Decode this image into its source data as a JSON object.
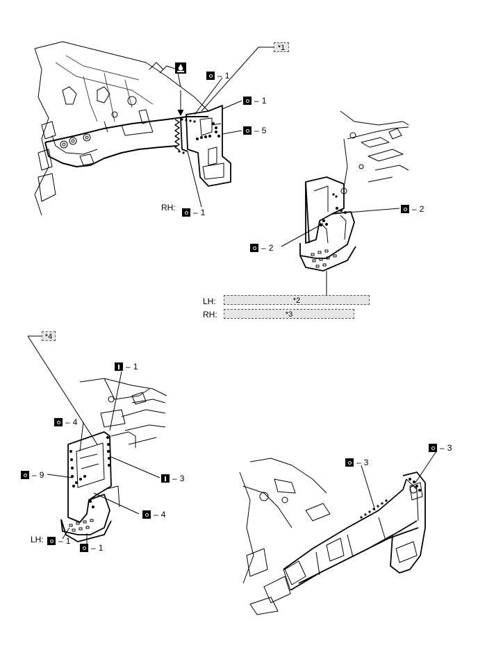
{
  "references": {
    "r1": "*1",
    "r2": "*2",
    "r3": "*3",
    "r4": "*4"
  },
  "side_labels": {
    "rh": "RH:",
    "lh": "LH:"
  },
  "callouts": {
    "top_o1_a": "1",
    "top_o1_b": "1",
    "top_o5": "5",
    "top_rh_o1": "1",
    "right_o2_a": "2",
    "right_o2_b": "2",
    "bl_i1": "1",
    "bl_o4_a": "4",
    "bl_o9": "9",
    "bl_i3": "3",
    "bl_o4_b": "4",
    "bl_lh_o1": "1",
    "bl_o1": "1",
    "br_o3_a": "3",
    "br_o3_b": "3"
  },
  "icons": {
    "spot_weld": "spot-weld-icon",
    "plug_weld": "plug-weld-icon",
    "fluid": "sealer-icon"
  }
}
